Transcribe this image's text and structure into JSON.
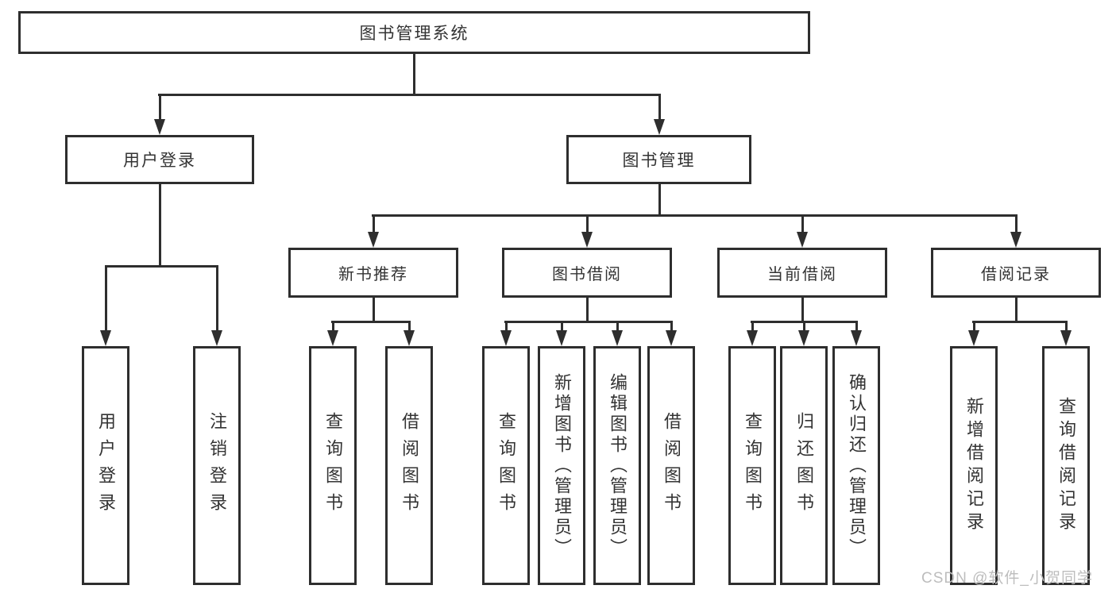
{
  "diagram": {
    "root": {
      "label": "图书管理系统"
    },
    "level2": {
      "user_login": {
        "label": "用户登录"
      },
      "book_mgmt": {
        "label": "图书管理"
      }
    },
    "level3": {
      "new_books": {
        "label": "新书推荐"
      },
      "borrowing": {
        "label": "图书借阅"
      },
      "current": {
        "label": "当前借阅"
      },
      "records": {
        "label": "借阅记录"
      }
    },
    "leaves": {
      "login": {
        "label": "用户登录"
      },
      "logout": {
        "label": "注销登录"
      },
      "nb_query": {
        "label": "查询图书"
      },
      "nb_borrow": {
        "label": "借阅图书"
      },
      "bw_query": {
        "label": "查询图书"
      },
      "bw_add": {
        "label": "新增图书（管理员）"
      },
      "bw_edit": {
        "label": "编辑图书（管理员）"
      },
      "bw_borrow": {
        "label": "借阅图书"
      },
      "cu_query": {
        "label": "查询图书"
      },
      "cu_return": {
        "label": "归还图书"
      },
      "cu_confirm": {
        "label": "确认归还（管理员）"
      },
      "rc_add": {
        "label": "新增借阅记录"
      },
      "rc_query": {
        "label": "查询借阅记录"
      }
    }
  },
  "watermark": "CSDN @软件_小贺同学",
  "colors": {
    "line": "#2e2e2e",
    "text": "#333333",
    "box_fill": "#ffffff",
    "watermark": "#bdbdbd",
    "background": "#ffffff"
  }
}
